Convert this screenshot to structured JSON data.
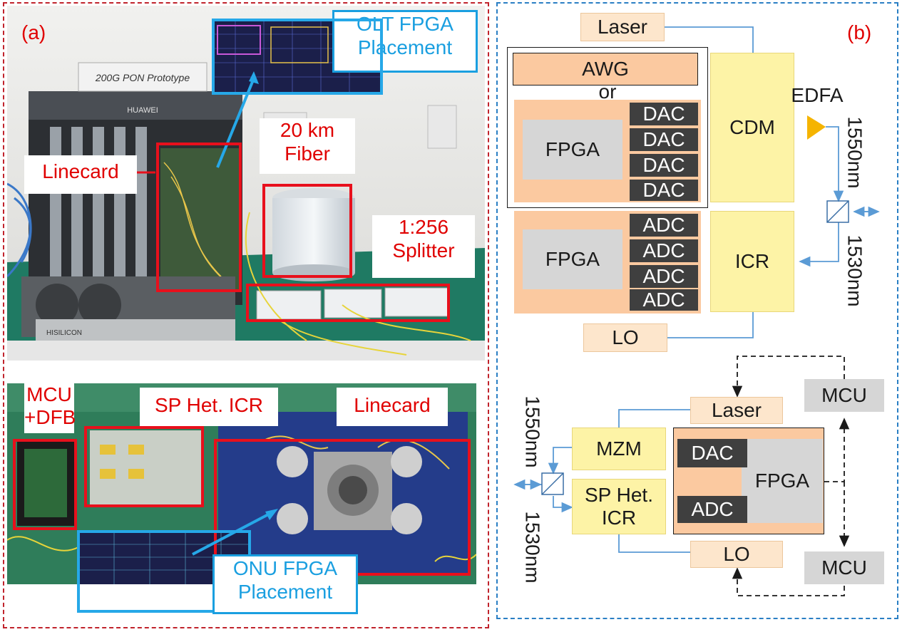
{
  "panel_a": {
    "tag": "(a)",
    "bench_labels": {
      "olt_fpga": "OLT FPGA Placement",
      "prototype_sign": "200G PON Prototype",
      "linecard": "Linecard",
      "fiber": "20 km Fiber",
      "splitter": "1:256 Splitter",
      "brand": "HUAWEI",
      "brand2": "HISILICON"
    },
    "onu_labels": {
      "mcu_dfb": "MCU +DFB",
      "sp_icr": "SP Het. ICR",
      "linecard": "Linecard",
      "onu_fpga": "ONU FPGA Placement"
    }
  },
  "panel_b": {
    "tag": "(b)",
    "olt": {
      "laser": "Laser",
      "awg": "AWG",
      "or": "or",
      "fpga_tx": "FPGA",
      "dacs": [
        "DAC",
        "DAC",
        "DAC",
        "DAC"
      ],
      "cdm": "CDM",
      "edfa": "EDFA",
      "wl_tx": "1550nm",
      "wl_rx": "1530nm",
      "fpga_rx": "FPGA",
      "adcs": [
        "ADC",
        "ADC",
        "ADC",
        "ADC"
      ],
      "icr": "ICR",
      "lo": "LO"
    },
    "onu": {
      "wl_tx": "1550nm",
      "wl_rx": "1530nm",
      "laser": "Laser",
      "mzm": "MZM",
      "sp_icr": "SP Het. ICR",
      "dac": "DAC",
      "adc": "ADC",
      "fpga": "FPGA",
      "lo": "LO",
      "mcu_top": "MCU",
      "mcu_bottom": "MCU"
    }
  },
  "colors": {
    "panel_a_border": "#c0232c",
    "panel_b_border": "#2a7fc4",
    "annotation_red": "#e8101c",
    "annotation_blue": "#26a8e8",
    "block_peach": "#fbc9a0",
    "block_yellow": "#fdf3a6",
    "block_grey": "#d6d6d6",
    "block_dark": "#3f3f3f",
    "fiber_line": "#5b9bd5",
    "edfa": "#f5b400"
  }
}
